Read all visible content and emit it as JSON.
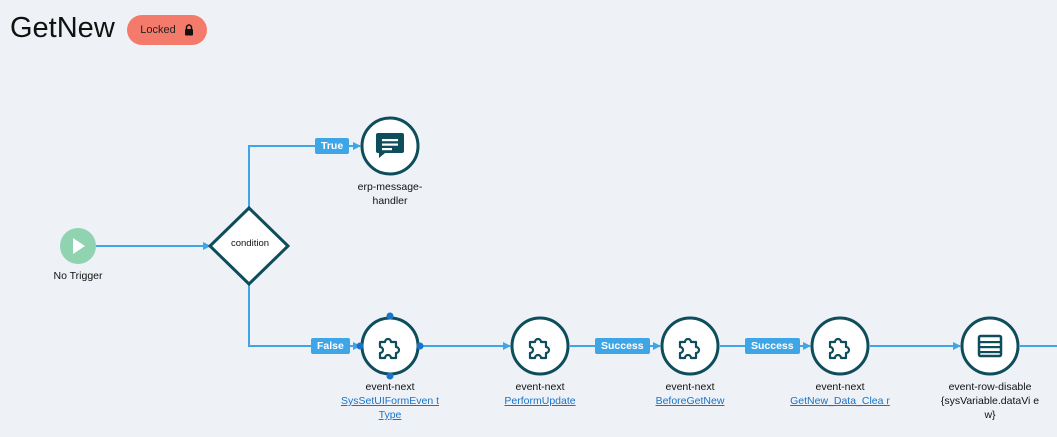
{
  "header": {
    "title": "GetNew",
    "status_badge": "Locked"
  },
  "colors": {
    "node_stroke": "#0d4d5c",
    "edge": "#3ea6e6",
    "trigger": "#8fd3b0",
    "badge": "#f47b6b"
  },
  "trigger": {
    "label": "No Trigger",
    "icon": "play-icon"
  },
  "condition": {
    "label": "condition"
  },
  "edges": {
    "true_label": "True",
    "false_label": "False",
    "success_1": "Success",
    "success_2": "Success"
  },
  "nodes": [
    {
      "title": "erp-message-",
      "title2": "handler",
      "icon": "message-icon"
    },
    {
      "title": "event-next",
      "link": "SysSetUIFormEven tType",
      "icon": "puzzle-icon"
    },
    {
      "title": "event-next",
      "link": "PerformUpdate",
      "icon": "puzzle-icon"
    },
    {
      "title": "event-next",
      "link": "BeforeGetNew",
      "icon": "puzzle-icon"
    },
    {
      "title": "event-next",
      "link": "GetNew_Data_Clea r",
      "icon": "puzzle-icon"
    },
    {
      "title": "event-row-disable",
      "sub": "{sysVariable.dataVi ew}",
      "icon": "list-icon"
    }
  ]
}
